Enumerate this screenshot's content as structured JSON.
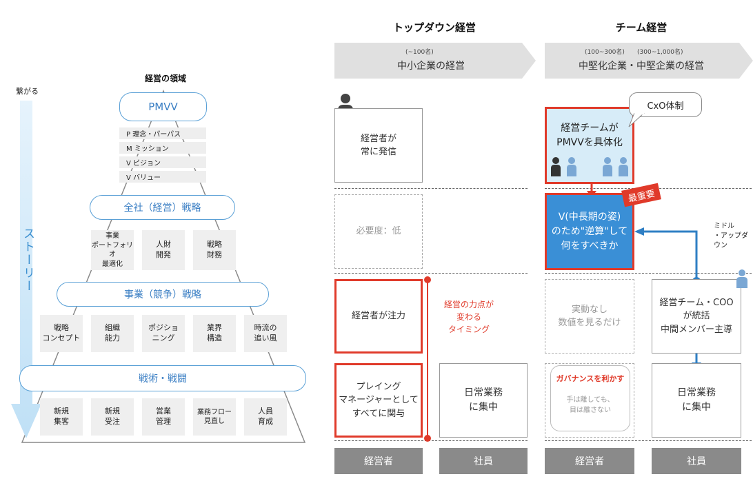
{
  "left": {
    "title": "経営の領域",
    "story_top_label": "繋がる",
    "story_label": "ストーリー",
    "pmvv": "PMVV",
    "pmvv_items": [
      "P 理念・パーパス",
      "M ミッション",
      "V ビジョン",
      "V バリュー"
    ],
    "corporate_strategy": "全社（経営）戦略",
    "corporate_items": [
      "事業\nポートフォリオ\n最適化",
      "人財\n開発",
      "戦略\n財務"
    ],
    "business_strategy": "事業（競争）戦略",
    "business_items": [
      "戦略\nコンセプト",
      "組織\n能力",
      "ポジショ\nニング",
      "業界\n構造",
      "時流の\n追い風"
    ],
    "tactics": "戦術・戦闘",
    "tactics_items": [
      "新規\n集客",
      "新規\n受注",
      "営業\n管理",
      "業務フロー\n見直し",
      "人員\n育成"
    ]
  },
  "topdown": {
    "title": "トップダウン経営",
    "range": "(~100名)",
    "scope": "中小企業の経営",
    "box_top": "経営者が\n常に発信",
    "box_need": "必要度：低",
    "box_focus": "経営者が注力",
    "red_note": "経営の力点が\n変わる\nタイミング",
    "box_playing": "プレイング\nマネージャーとして\nすべてに関与",
    "box_daily": "日常業務\nに集中",
    "footer_left": "経営者",
    "footer_right": "社員"
  },
  "team": {
    "title": "チーム経営",
    "range1": "(100~300名)",
    "range2": "(300~1,000名)",
    "scope": "中堅化企業・中堅企業の経営",
    "callout": "CxO体制",
    "box_top": "経営チームが\nPMVVを具体化",
    "tag": "最重要",
    "box_vision": "V(中長期の姿)\nのため\"逆算\"して\n何をすべきか",
    "middle_up": "ミドル\n・アップダウン",
    "box_no_action": "実動なし\n数値を見るだけ",
    "box_team_coo": "経営チーム・COO\nが統括\n中間メンバー主導",
    "governance_title": "ガバナンスを利かす",
    "governance_sub": "手は離しても、\n目は離さない",
    "box_daily": "日常業務\nに集中",
    "footer_left": "経営者",
    "footer_right": "社員"
  },
  "colors": {
    "accent_blue": "#3a8fd6",
    "accent_red": "#e03a2a",
    "gray": "#8a8a8a"
  }
}
